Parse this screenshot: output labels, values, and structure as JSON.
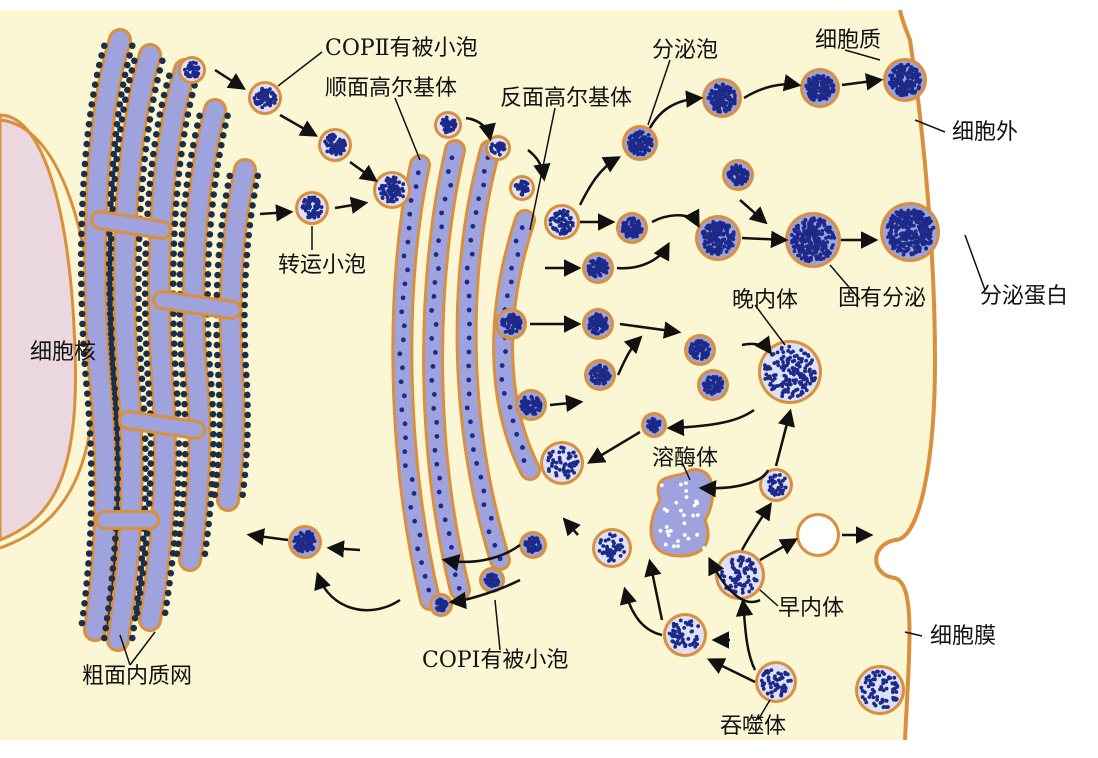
{
  "labels": {
    "cop2": "COPⅡ有被小泡",
    "cis_golgi": "顺面高尔基体",
    "trans_golgi": "反面高尔基体",
    "secretory_vesicle": "分泌泡",
    "cytoplasm": "细胞质",
    "extracellular": "细胞外",
    "transport_vesicle": "转运小泡",
    "nucleus": "细胞核",
    "late_endosome": "晚内体",
    "constitutive_secretion": "固有分泌",
    "secreted_protein": "分泌蛋白",
    "lysosome": "溶酶体",
    "early_endosome": "早内体",
    "cell_membrane": "细胞膜",
    "rough_er": "粗面内质网",
    "cop1": "COPⅠ有被小泡",
    "phagosome": "吞噬体"
  },
  "colors": {
    "cytoplasm": "#fbf6d4",
    "membrane": "#d98f3c",
    "lumen": "#9fa3dd",
    "cargo": "#1d2a8a",
    "ribosome": "#1a2f4a"
  }
}
